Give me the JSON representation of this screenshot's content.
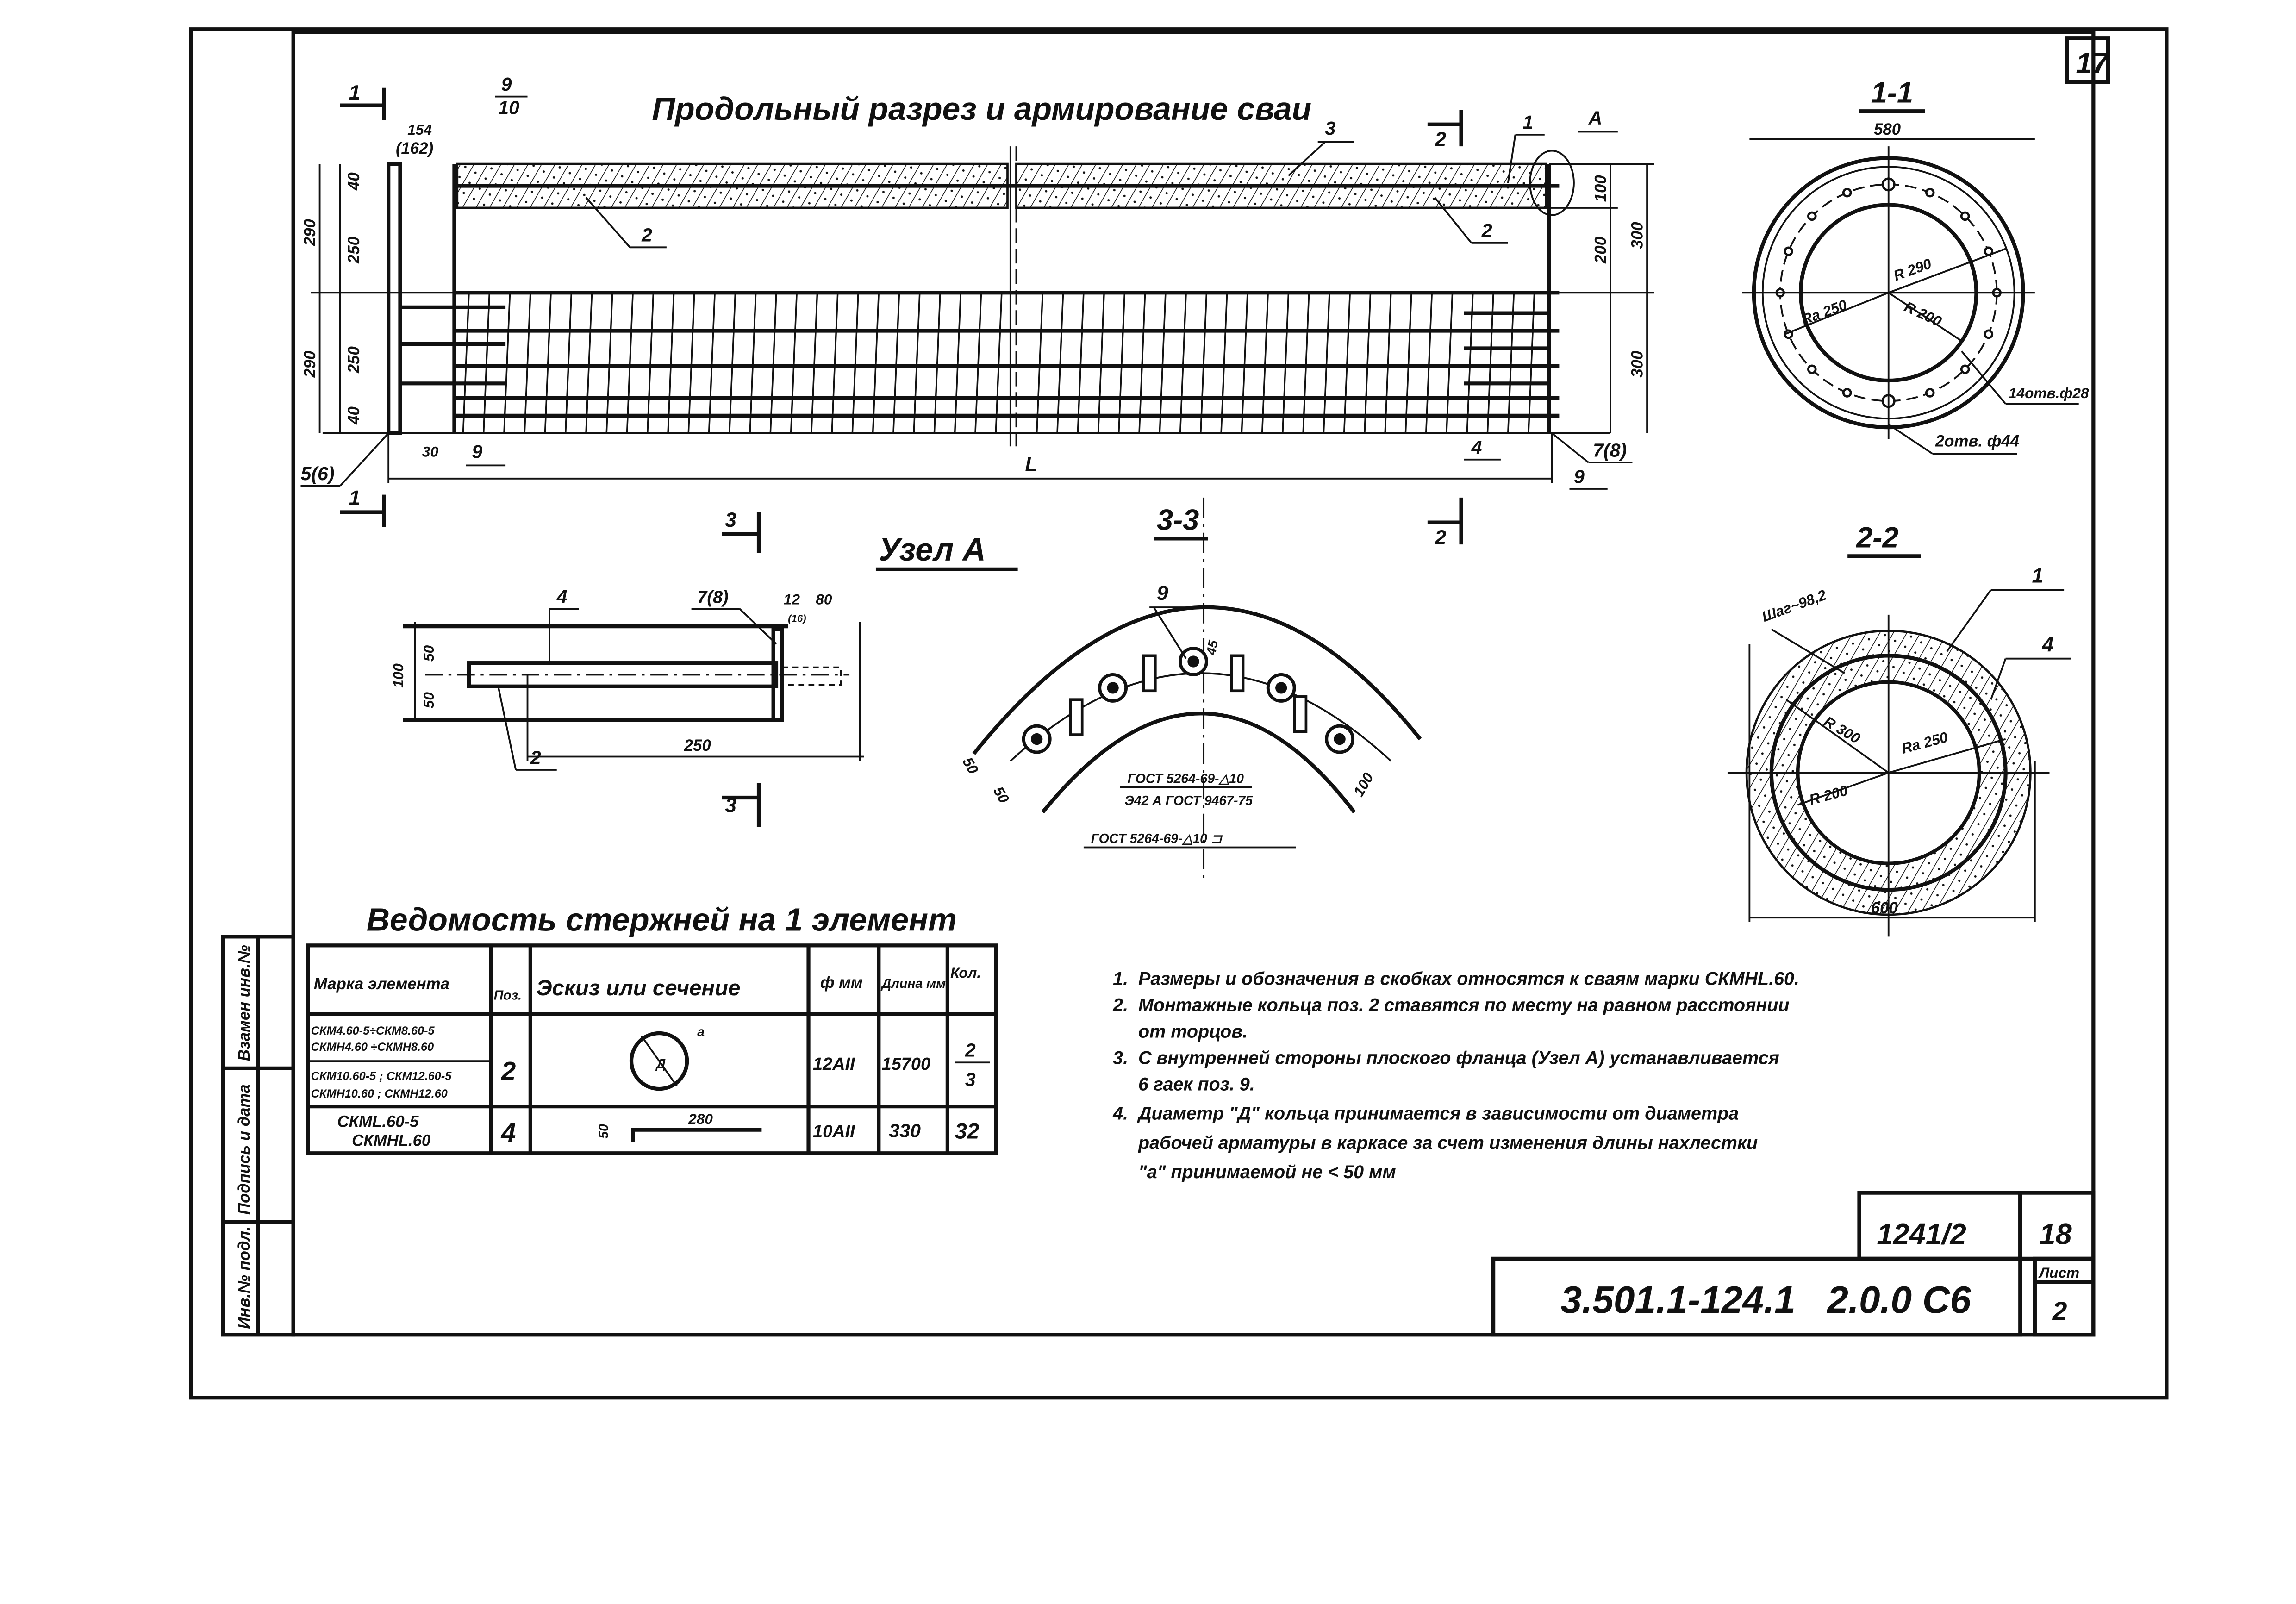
{
  "sheet_corner_number": "17",
  "main_view": {
    "title": "Продольный разрез и армирование сваи",
    "labels": {
      "cut1": "1",
      "cut2": "2",
      "pos9_10_top": "9",
      "pos9_10_bottom": "10",
      "dim154": "154",
      "dim162": "(162)",
      "pos3": "3",
      "pos1": "1",
      "nodeA": "А",
      "pos2_left": "2",
      "pos2_right": "2",
      "pos9_left": "9",
      "pos9_right": "9",
      "pos4": "4",
      "pos7_8": "7(8)",
      "pos5_6": "5(6)",
      "dim30": "30",
      "dimL": "L",
      "left_dims": [
        "40",
        "250",
        "290",
        "250",
        "290",
        "40"
      ],
      "right_dims": [
        "100",
        "200",
        "300",
        "300"
      ],
      "cut3": "3"
    }
  },
  "node_a": {
    "title": "Узел А",
    "labels": {
      "pos4": "4",
      "pos7_8": "7(8)",
      "dim12": "12",
      "dim80": "80",
      "dim16": "(16)",
      "pos2": "2",
      "dim250": "250",
      "dim100": "100",
      "dim50a": "50",
      "dim50b": "50",
      "cut3": "3"
    }
  },
  "section_3_3": {
    "title": "3-3",
    "labels": {
      "pos9": "9",
      "dim45": "45",
      "dim50a": "50",
      "dim50b": "50",
      "dim100": "100",
      "weld1": "ГОСТ 5264-69-△10",
      "weld1_sub": "Э42 А ГОСТ 9467-75",
      "weld2": "ГОСТ 5264-69-△10 ⊐"
    }
  },
  "section_1_1": {
    "title": "1-1",
    "labels": {
      "dim580": "580",
      "r290": "R 290",
      "ra250": "Ra 250",
      "r200": "R 200",
      "holes14": "14отв.ф28",
      "holes2": "2отв. ф44"
    }
  },
  "section_2_2": {
    "title": "2-2",
    "labels": {
      "pitch": "Шаг~98,2",
      "pos1": "1",
      "pos4": "4",
      "r300": "R 300",
      "ra250": "Ra 250",
      "r200": "R 200",
      "dim600": "600"
    }
  },
  "schedule": {
    "title": "Ведомость стержней на 1 элемент",
    "headers": {
      "mark": "Марка элемента",
      "pos": "Поз.",
      "sketch": "Эскиз или сечение",
      "diam": "ф мм",
      "length": "Длина мм",
      "qty": "Кол."
    },
    "rows": [
      {
        "marks": [
          "СКМ4.60-5÷СКМ8.60-5",
          "СКМН4.60 ÷СКМН8.60",
          "СКМ10.60-5 ; СКМ12.60-5",
          "СКМН10.60 ; СКМН12.60"
        ],
        "pos": "2",
        "sketch_labels": [
          "Д",
          "а"
        ],
        "diam": "12АII",
        "length": "15700",
        "qty_top": "2",
        "qty_bottom": "3"
      },
      {
        "marks": [
          "СКМL.60-5",
          "СКМНL.60"
        ],
        "pos": "4",
        "sketch_labels": [
          "280",
          "50"
        ],
        "diam": "10АII",
        "length": "330",
        "qty": "32"
      }
    ]
  },
  "notes": [
    "1.  Размеры и обозначения в скобках относятся к сваям марки СКМНL.60.",
    "2.  Монтажные кольца поз. 2 ставятся по месту на равном расстоянии",
    "     от торцов.",
    "3.  С внутренней стороны плоского фланца (Узел А) устанавливается",
    "     6 гаек поз. 9.",
    "4.  Диаметр \"Д\" кольца принимается в зависимости от диаметра",
    "     рабочей арматуры в каркасе за счет изменения длины нахлестки",
    "     \"а\" принимаемой не < 50 мм"
  ],
  "side_stamp": [
    "Инв.№ подл.",
    "Подпись и дата",
    "Взамен инв.№"
  ],
  "title_block": {
    "code": "1241/2",
    "page": "18",
    "designation": "3.501.1-124.1   2.0.0 С6",
    "sheet_label": "Лист",
    "sheet_number": "2"
  }
}
